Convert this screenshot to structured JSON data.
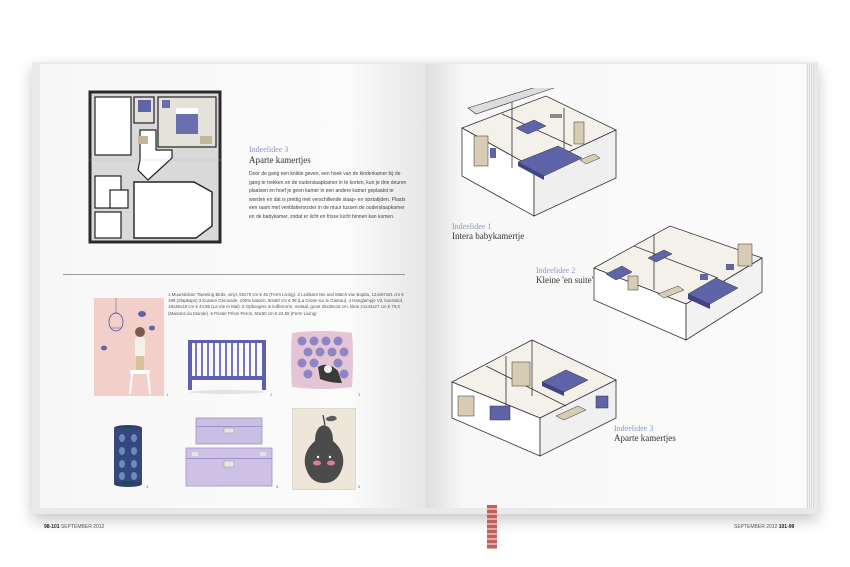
{
  "left_page": {
    "layout_label": "Indeelidee 3",
    "layout_title": "Aparte kamertjes",
    "body": "Door de gang een knikte geven, een hoek van de kinderkamer bij de gang te trekken en de ouderslaapkamer in te korten, kun je drie deuren plaatsen en hoef je geen kamer in een andere kamer geplaatst te worden en dat is prettig met verschillende slaap- en opstatijden. Plaats een raam met ventilatierooster in de muur tussen de ouderslaapkamer en de babykamer, zodat er licht en frisse lucht binnen kan komen.",
    "products_caption": "1 Muurstickter Tweeting Birds, vinyl, 50x70 cm € 45 (Ferm Living). 2 Ledikant Nix and Match van Bopita, 124x67x91 cm € 199 (Slapkaps) 3 Kussen Gemusde, 100% katoen, 50x50 cm € 39 (La Droite sur le Gateau). 4 Hanglampje Vit, kunststof, 18x36x18 cm € 44,95 (La Vie In Mal). 5 Opbergers in kofferrorm, metaal, groot 25x36x15 cm, klein 21x44x27 cm € 79,0 (Maisons du Monde). 6 Poster Prism Peron, 50x60 cm € 24,95 (Ferm Living)",
    "product_numbers": [
      "1",
      "2",
      "3",
      "4",
      "5",
      "6"
    ],
    "folio_pages": "98-101",
    "folio_month": "SEPTEMBER 2012"
  },
  "right_page": {
    "layouts": [
      {
        "label": "Indeelidee 1",
        "title": "Intera babykamertje"
      },
      {
        "label": "Indeelidee 2",
        "title": "Kleine 'en suite'"
      },
      {
        "label": "Indeelidee 3",
        "title": "Aparte kamertjes"
      }
    ],
    "folio_month": "SEPTEMBER 2012",
    "folio_pages": "101-99"
  },
  "colors": {
    "accent_purple": "#5f64a8",
    "heading_blue": "#8a96c8",
    "room_tan": "#d8cdb4",
    "wall_pink": "#f2cfc9"
  }
}
